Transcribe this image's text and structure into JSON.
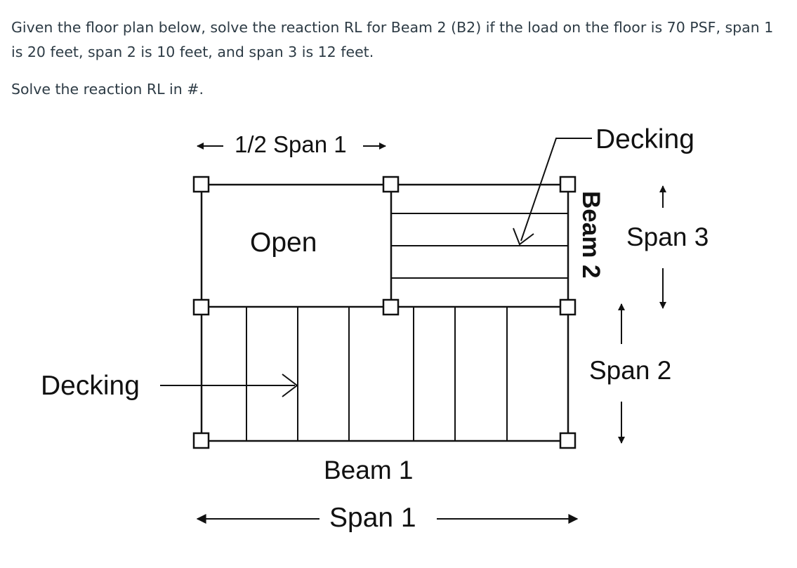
{
  "question": {
    "paragraph_1": "Given the floor plan below, solve the reaction RL for Beam 2 (B2) if the load on the floor is 70 PSF, span 1 is 20 feet, span 2 is 10 feet, and span 3 is 12 feet.",
    "paragraph_2": "Solve the reaction RL in #."
  },
  "diagram": {
    "half_span_label": "1/2 Span 1",
    "open_label": "Open",
    "decking_top_label": "Decking",
    "decking_left_label": "Decking",
    "beam2_label": "Beam 2",
    "span3_label": "Span 3",
    "span2_label": "Span 2",
    "beam1_label": "Beam 1",
    "span1_label": "Span 1"
  }
}
